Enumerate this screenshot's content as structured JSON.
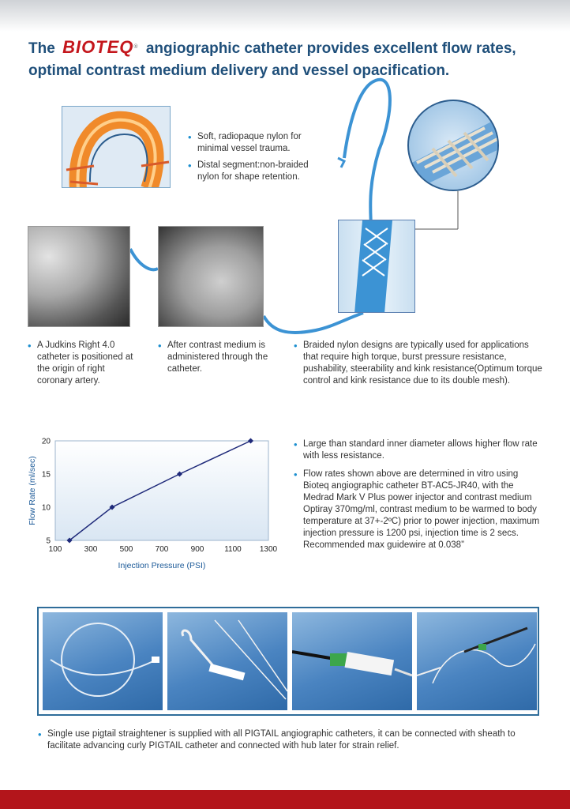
{
  "headline": {
    "pre": "The",
    "brand": "BIOTEQ",
    "brand_mark": "®",
    "line1_rest": "angiographic catheter provides excellent flow rates,",
    "line2": "optimal contrast medium delivery and vessel opacification."
  },
  "tip_bullets": [
    "Soft, radiopaque nylon for minimal vessel trauma.",
    "Distal segment:non-braided nylon for shape retention."
  ],
  "xray_bullets": [
    "A Judkins Right 4.0 catheter is positioned at the origin of right coronary artery.",
    "After contrast medium is administered through the catheter."
  ],
  "braid_bullet": "Braided nylon designs are typically used for applications that require high torque, burst pressure resistance, pushability, steerability and kink resistance(Optimum torque control and kink resistance due to its double mesh).",
  "chart_data": {
    "type": "line",
    "xlabel": "Injection Pressure (PSI)",
    "ylabel": "Flow Rate (ml/sec)",
    "xlim": [
      100,
      1300
    ],
    "ylim": [
      5,
      20
    ],
    "x_ticks": [
      "100",
      "300",
      "500",
      "700",
      "900",
      "1100",
      "1300"
    ],
    "y_ticks": [
      "5",
      "10",
      "15",
      "20"
    ],
    "x": [
      180,
      420,
      800,
      1200
    ],
    "y": [
      5,
      10,
      15,
      20
    ],
    "grid": false,
    "line_color": "#1f2a7a"
  },
  "flow_bullets": [
    "Large than standard inner diameter allows higher flow rate with less resistance.",
    "Flow rates shown above are determined in vitro using Bioteq angiographic catheter BT-AC5-JR40, with the Medrad Mark V Plus power injector and contrast medium Optiray 370mg/ml, contrast medium to be warmed  to body temperature at  37+-2ºC) prior to power injection, maximum  injection pressure is 1200 psi, injection time is 2 secs. Recommended max guidewire at 0.038”"
  ],
  "bottom_bullet": "Single use pigtail straightener is supplied with all PIGTAIL angiographic catheters, it can be connected with sheath to facilitate advancing curly PIGTAIL catheter and connected with hub later for strain relief.",
  "colors": {
    "headline": "#1f4f7a",
    "brand": "#c4161c",
    "bullet": "#1c8fd0",
    "footer_band": "#b3151b",
    "catheter": "#3c93d4"
  }
}
